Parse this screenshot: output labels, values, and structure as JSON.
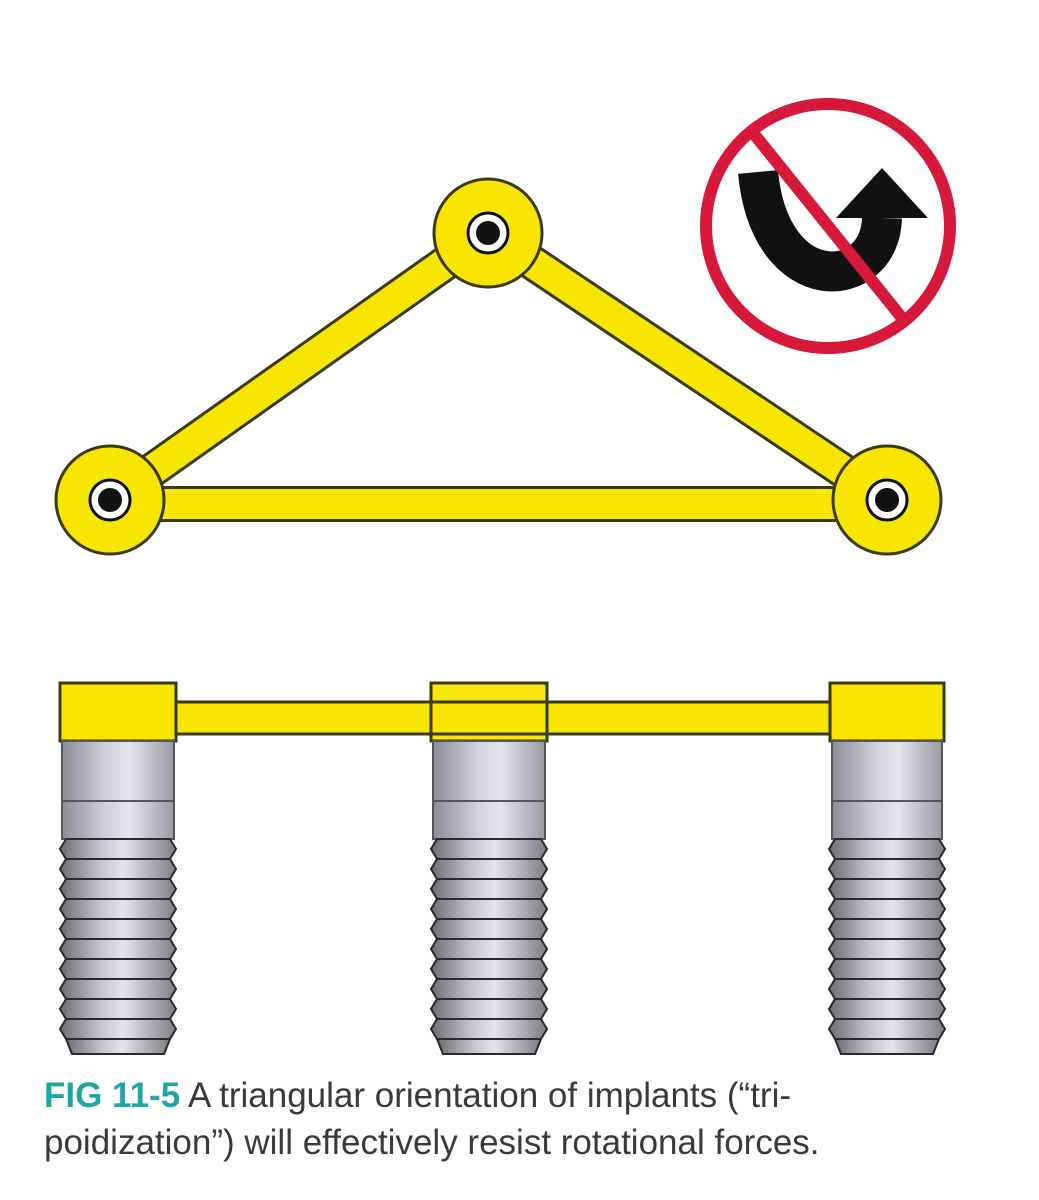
{
  "figure": {
    "label": "FIG 11-5",
    "caption_line1": "A triangular orientation of implants (“tri-",
    "caption_line2": "poidization”) will effectively resist rotational forces."
  },
  "colors": {
    "bar_yellow": "#f7e600",
    "outline": "#3a3a10",
    "prohibition_red": "#d6183a",
    "arrow_black": "#111111",
    "implant_gray": "#9a9a9e",
    "caption_label_teal": "#1fa6a6"
  },
  "icons": {
    "no_rotation": "no-rotation-icon"
  }
}
